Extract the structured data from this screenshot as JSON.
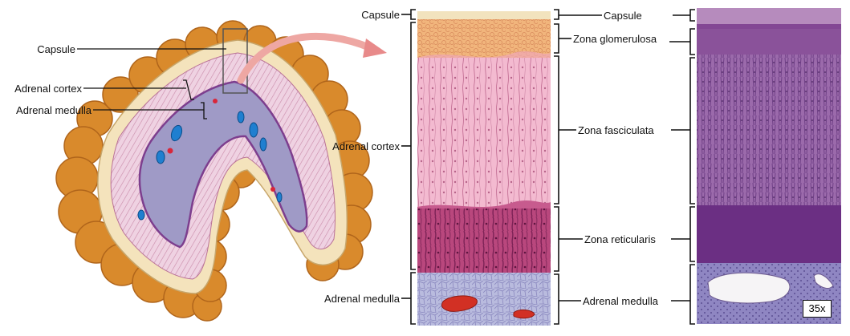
{
  "left_labels": {
    "capsule": "Capsule",
    "adrenal_cortex": "Adrenal cortex",
    "adrenal_medulla": "Adrenal medulla"
  },
  "middle_labels": {
    "capsule": "Capsule",
    "adrenal_cortex": "Adrenal cortex",
    "adrenal_medulla": "Adrenal medulla"
  },
  "right_labels": {
    "capsule": "Capsule",
    "zona_glomerulosa": "Zona glomerulosa",
    "zona_fasciculata": "Zona fasciculata",
    "zona_reticularis": "Zona reticularis",
    "adrenal_medulla": "Adrenal medulla"
  },
  "magnification": "35x",
  "colors": {
    "fat": "#d98a2c",
    "capsule": "#f3e6c4",
    "glomerulosa": "#f0b47a",
    "fasciculata": "#f3b9cf",
    "reticularis": "#b4457a",
    "medulla": "#b7b8dc",
    "micrograph": "#8f5aa0",
    "arrow": "#e88a8a"
  }
}
